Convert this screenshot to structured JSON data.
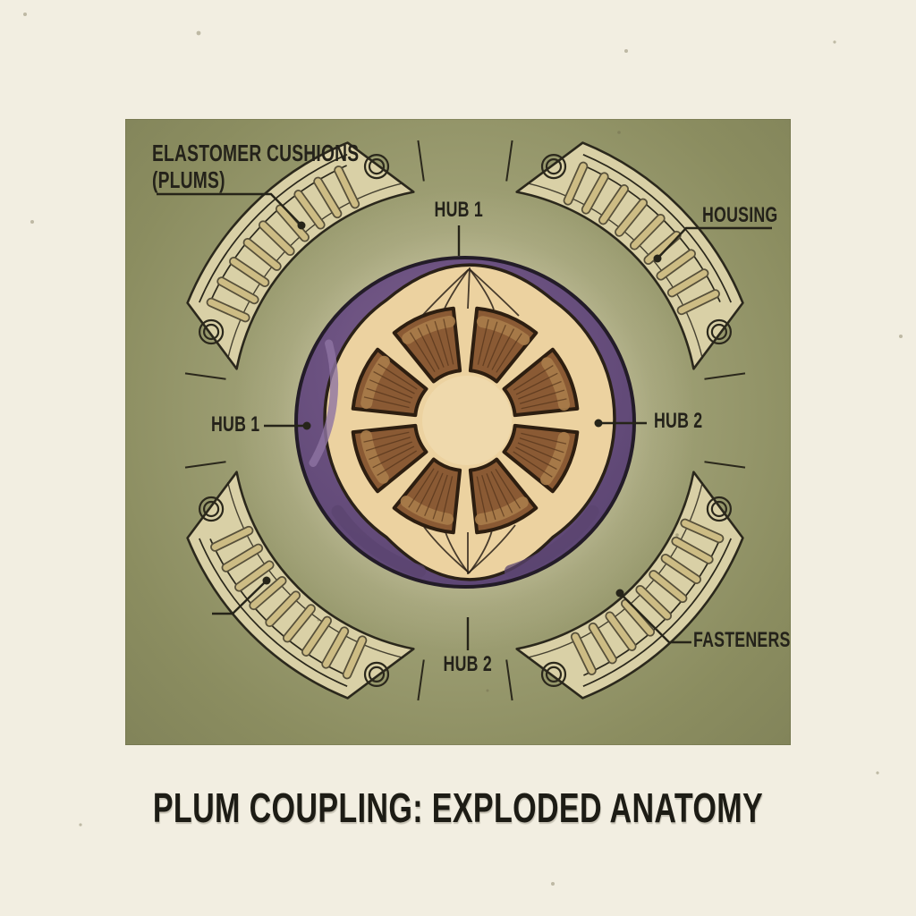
{
  "title": "PLUM COUPLING: EXPLODED ANATOMY",
  "labels": {
    "elastomer_cushions": {
      "line1": "ELASTOMER CUSHIONS",
      "line2": "(PLUMS)"
    },
    "hub1_top": "HUB 1",
    "housing": "HOUSING",
    "hub1_left": "HUB 1",
    "hub2_right": "HUB 2",
    "hub2_bottom": "HUB 2",
    "fasteners": "FASTENERS",
    "sw_arc_unlabeled": ""
  },
  "colors": {
    "page_background": "#f2eee1",
    "panel_background": "#8b8d60",
    "panel_center_glow": "#b0af87",
    "plum_skin": "#6b5180",
    "plum_skin_dark": "#5b4470",
    "plum_skin_highlight": "#8f74a2",
    "plum_flesh": "#ecd2a0",
    "cushion_brown": "#8a5a34",
    "cushion_bevel": "#a87c4a",
    "cushion_grain": "#4f3018",
    "housing_fill": "#d9d0a6",
    "housing_slat": "#cdbc84",
    "outline": "#2b281c",
    "label_text": "#24221a"
  },
  "parts": [
    "housing-arc-nw",
    "housing-arc-ne",
    "housing-arc-sw",
    "housing-arc-se",
    "plum-skin-ring",
    "plum-flesh",
    "elastomer-cushion-wedges",
    "fastener-holes"
  ]
}
